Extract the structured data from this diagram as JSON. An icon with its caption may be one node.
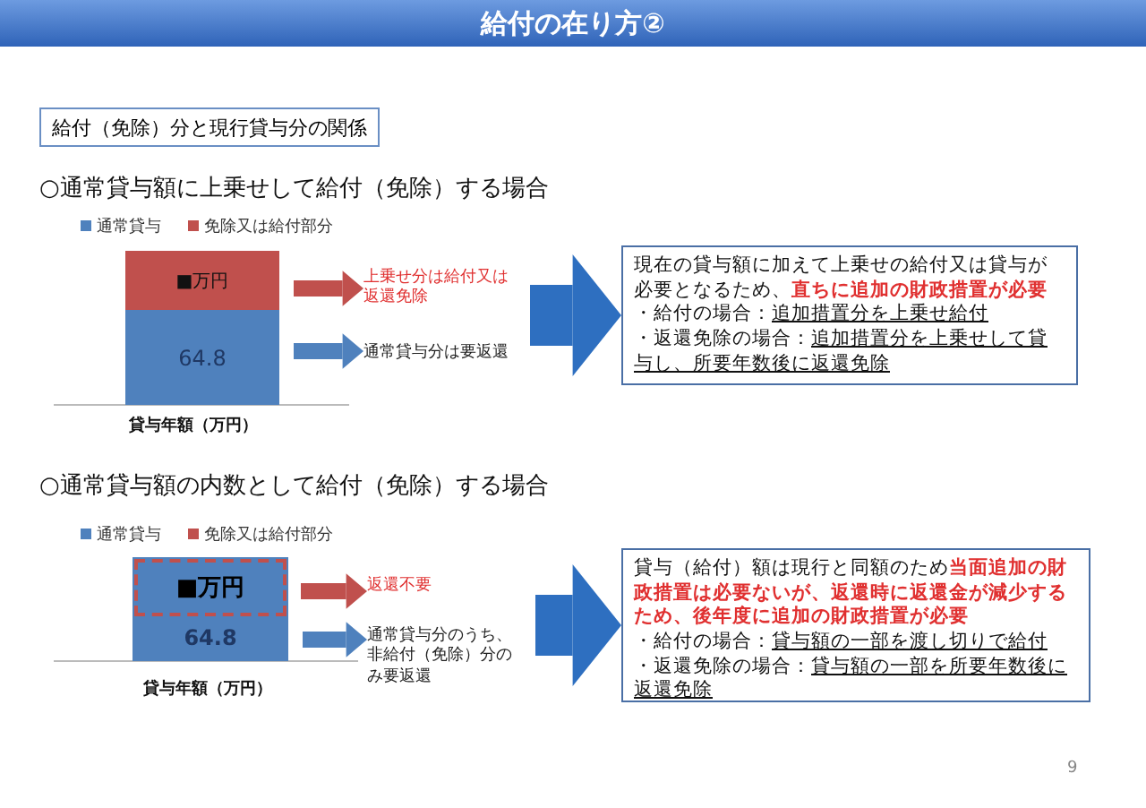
{
  "diagram": {
    "title": "給付の在り方②",
    "nodes": [
      {
        "text": [
          "給付（免除）分と現行貸与分の関係"
        ]
      },
      {
        "text": [
          "■万円"
        ]
      },
      {
        "text": [
          "上乗せ分は給付又は返還免除"
        ]
      },
      {
        "text": [
          "64.8"
        ]
      },
      {
        "text": [
          "通常貸与分は要返還"
        ]
      },
      {
        "text": [
          "現在の貸与額に加えて上乗せの給付又は貸与が必要となるため、**直ちに追加の財政措置が必要**",
          "・給付の場合：*追加措置分を上乗せ給付*",
          "・返還免除の場合：*追加措置分を上乗せして貸与し、所要年数後に返還免除*"
        ]
      },
      {
        "text": [
          "64.8"
        ]
      },
      {
        "text": [
          "■万円"
        ],
        "in": 6
      },
      {
        "text": [
          "返還不要"
        ]
      },
      {
        "text": [
          "通常貸与分のうち、非給付（免除）分のみ要返還"
        ]
      },
      {
        "text": [
          "貸与（給付）額は現行と同額のため**当面追加の財政措置は必要ないが、返還時に返還金が減少するため、後年度に追加の財政措置が必要**",
          "・給付の場合：*貸与額の一部を渡し切りで給付*",
          "・返還免除の場合：*貸与額の一部を所要年数後に返還免除*"
        ]
      }
    ],
    "edges": [
      {
        "from": 1,
        "to": 2,
        "arrow": "to",
        "color": "#c0504d"
      },
      {
        "from": 3,
        "to": 4,
        "arrow": "to",
        "color": "#4f81bd"
      },
      {
        "from": 2,
        "to": 5,
        "arrow": "to",
        "style": "thick",
        "color": "#2e6fc0"
      },
      {
        "from": 7,
        "to": 8,
        "arrow": "to",
        "color": "#c0504d"
      },
      {
        "from": 6,
        "to": 9,
        "arrow": "to",
        "color": "#4f81bd"
      },
      {
        "from": 9,
        "to": 10,
        "arrow": "to",
        "style": "thick",
        "color": "#2e6fc0"
      }
    ],
    "labels": [
      "○通常貸与額に上乗せして給付（免除）する場合",
      "貸与年額（万円）",
      "○通常貸与額の内数として給付（免除）する場合",
      "貸与年額（万円）",
      "9"
    ],
    "legend": [
      {
        "text": "通常貸与",
        "color": "#4f81bd"
      },
      {
        "text": "免除又は給付部分",
        "color": "#c0504d"
      },
      {
        "text": "通常貸与",
        "color": "#4f81bd"
      },
      {
        "text": "免除又は給付部分",
        "color": "#c0504d"
      }
    ]
  }
}
